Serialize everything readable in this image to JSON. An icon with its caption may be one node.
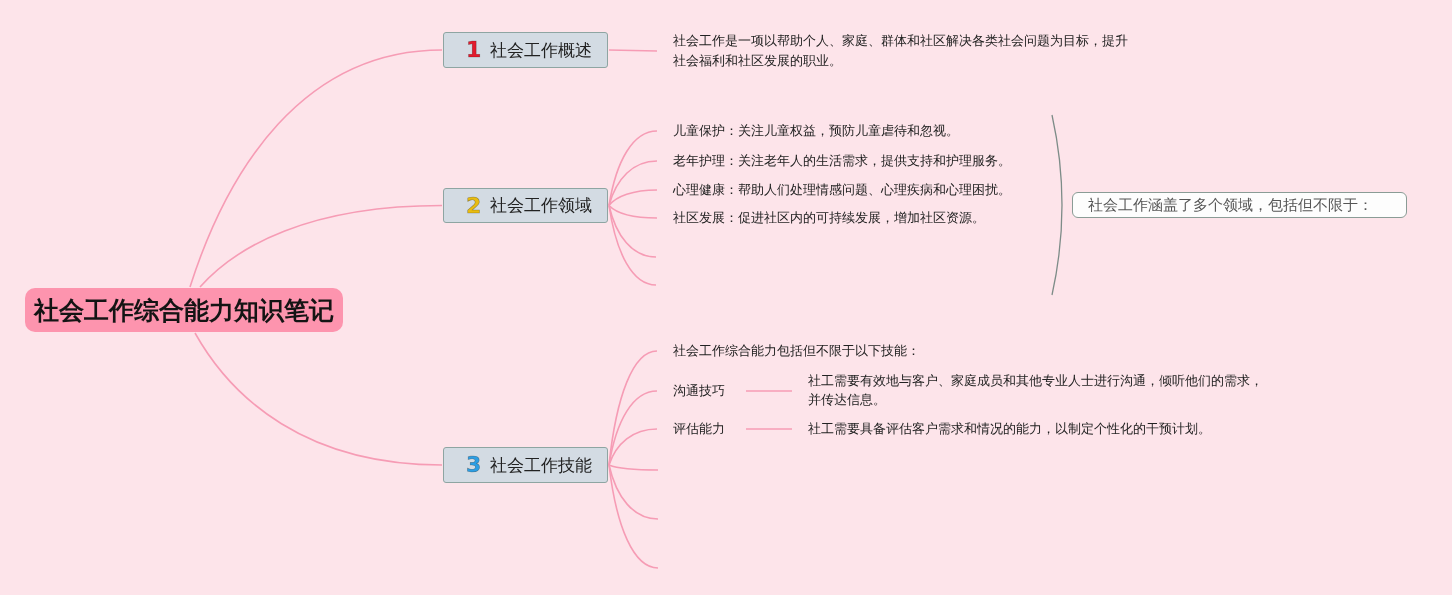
{
  "diagram": {
    "nodes": [
      {
        "text": [
          "社会工作综合能力知识笔记"
        ]
      },
      {
        "text": [
          "1",
          "社会工作概述"
        ]
      },
      {
        "text": [
          "社会工作是一项以帮助个人、家庭、群体和社区解决各类社会问题为目标，提升社会福利和社区发展的职业。"
        ]
      },
      {
        "text": [
          "2",
          "社会工作领域"
        ]
      },
      {
        "text": [
          "儿童保护：关注儿童权益，预防儿童虐待和忽视。"
        ]
      },
      {
        "text": [
          "老年护理：关注老年人的生活需求，提供支持和护理服务。"
        ]
      },
      {
        "text": [
          "心理健康：帮助人们处理情感问题、心理疾病和心理困扰。"
        ]
      },
      {
        "text": [
          "社区发展：促进社区内的可持续发展，增加社区资源。"
        ]
      },
      {
        "text": [
          "社会工作涵盖了多个领域，包括但不限于："
        ]
      },
      {
        "text": [
          "3",
          "社会工作技能"
        ]
      },
      {
        "text": [
          "社会工作综合能力包括但不限于以下技能："
        ]
      },
      {
        "text": [
          "沟通技巧"
        ]
      },
      {
        "text": [
          "社工需要有效地与客户、家庭成员和其他专业人士进行沟通，倾听他们的需求，并传达信息。"
        ]
      },
      {
        "text": [
          "评估能力"
        ]
      },
      {
        "text": [
          "社工需要具备评估客户需求和情况的能力，以制定个性化的干预计划。"
        ]
      }
    ],
    "edges": [
      {
        "from": 0,
        "to": 1,
        "arrow": "none"
      },
      {
        "from": 0,
        "to": 3,
        "arrow": "none"
      },
      {
        "from": 0,
        "to": 9,
        "arrow": "none"
      },
      {
        "from": 1,
        "to": 2,
        "arrow": "none"
      },
      {
        "from": 3,
        "to": 4,
        "arrow": "none"
      },
      {
        "from": 3,
        "to": 5,
        "arrow": "none"
      },
      {
        "from": 3,
        "to": 6,
        "arrow": "none"
      },
      {
        "from": 3,
        "to": 7,
        "arrow": "none"
      },
      {
        "from": 3,
        "to": null,
        "arrow": "none"
      },
      {
        "from": 3,
        "to": null,
        "arrow": "none"
      },
      {
        "from": 9,
        "to": 10,
        "arrow": "none"
      },
      {
        "from": 9,
        "to": 11,
        "arrow": "none"
      },
      {
        "from": 9,
        "to": 13,
        "arrow": "none"
      },
      {
        "from": 9,
        "to": null,
        "arrow": "none"
      },
      {
        "from": 9,
        "to": null,
        "arrow": "none"
      },
      {
        "from": 9,
        "to": null,
        "arrow": "none"
      },
      {
        "from": 11,
        "to": 12,
        "arrow": "none"
      },
      {
        "from": 13,
        "to": 14,
        "arrow": "none"
      }
    ]
  }
}
